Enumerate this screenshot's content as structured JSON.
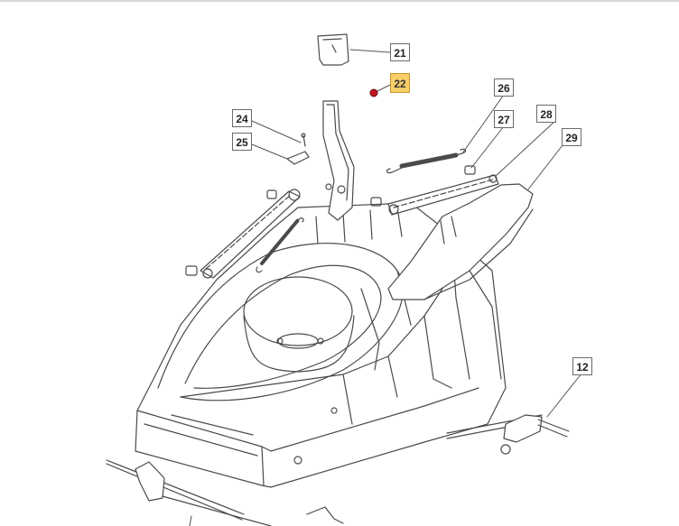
{
  "diagram": {
    "callouts": [
      {
        "id": "21",
        "label": "21",
        "highlight": false
      },
      {
        "id": "22",
        "label": "22",
        "highlight": true
      },
      {
        "id": "24",
        "label": "24",
        "highlight": false
      },
      {
        "id": "25",
        "label": "25",
        "highlight": false
      },
      {
        "id": "26",
        "label": "26",
        "highlight": false
      },
      {
        "id": "27",
        "label": "27",
        "highlight": false
      },
      {
        "id": "28",
        "label": "28",
        "highlight": false
      },
      {
        "id": "29",
        "label": "29",
        "highlight": false
      },
      {
        "id": "12",
        "label": "12",
        "highlight": false
      }
    ],
    "colors": {
      "highlight": "#f7cf68",
      "marker": "#c0141e",
      "line": "#4a4a4a"
    }
  }
}
